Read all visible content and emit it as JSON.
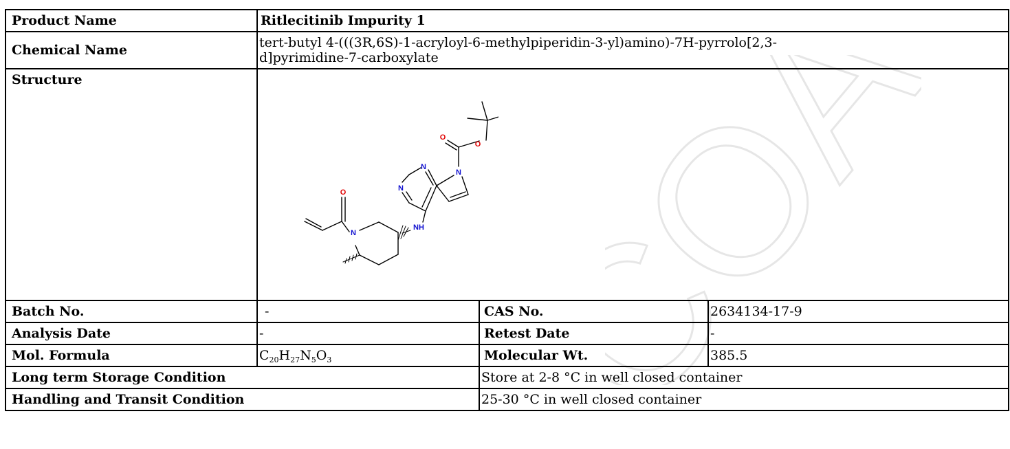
{
  "watermark_text": "COA",
  "product": {
    "label": "Product Name",
    "value": "Ritlecitinib Impurity 1"
  },
  "chemical": {
    "label": "Chemical Name",
    "value": "tert-butyl 4-(((3R,6S)-1-acryloyl-6-methylpiperidin-3-yl)amino)-7H-pyrrolo[2,3-d]pyrimidine-7-carboxylate"
  },
  "structure": {
    "label": "Structure",
    "atoms": {
      "o_carbonyl_top": "O",
      "o_ester": "O",
      "n7": "N",
      "n1": "N",
      "n3": "N",
      "o_acryl": "O",
      "n_pip": "N",
      "nh": "NH"
    }
  },
  "batch": {
    "label": "Batch No.",
    "value": "-"
  },
  "cas": {
    "label": "CAS No.",
    "value": "2634134-17-9"
  },
  "analysis_date": {
    "label": "Analysis Date",
    "value": "-"
  },
  "retest_date": {
    "label": "Retest Date",
    "value": "-"
  },
  "formula": {
    "label": "Mol. Formula",
    "parts": [
      {
        "el": "C",
        "n": "20"
      },
      {
        "el": "H",
        "n": "27"
      },
      {
        "el": "N",
        "n": "5"
      },
      {
        "el": "O",
        "n": "3"
      }
    ]
  },
  "mol_wt": {
    "label": "Molecular Wt.",
    "value": "385.5"
  },
  "storage": {
    "label": "Long term Storage Condition",
    "value": "Store at 2-8 °C in well closed container"
  },
  "handling": {
    "label": "Handling and Transit Condition",
    "value": "25-30 °C in well closed container"
  }
}
